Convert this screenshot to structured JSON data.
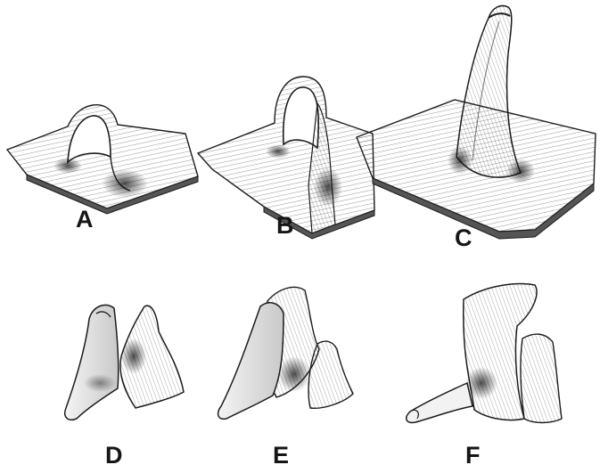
{
  "figure": {
    "panels": [
      {
        "id": "A",
        "label": "A",
        "shape": "low arch fold in flat sheet"
      },
      {
        "id": "B",
        "label": "B",
        "shape": "tall loop fold in flat sheet"
      },
      {
        "id": "C",
        "label": "C",
        "shape": "tall tapering projection rising from flat sheet"
      },
      {
        "id": "D",
        "label": "D",
        "shape": "two separated curved lobes"
      },
      {
        "id": "E",
        "label": "E",
        "shape": "two joined overlapping lobes"
      },
      {
        "id": "F",
        "label": "F",
        "shape": "fused lobe with protruding tube"
      }
    ],
    "colors": {
      "ink": "#1c1c1c",
      "paper": "#ffffff",
      "shade": "#d9d9d9"
    }
  }
}
